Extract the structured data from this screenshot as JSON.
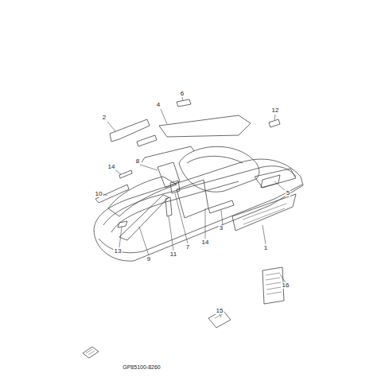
{
  "diagram": {
    "labels": [
      "2",
      "4",
      "6",
      "12",
      "8",
      "14",
      "10",
      "5",
      "13",
      "9",
      "11",
      "7",
      "14",
      "3",
      "1",
      "16",
      "15",
      "GP85100-8260"
    ]
  }
}
